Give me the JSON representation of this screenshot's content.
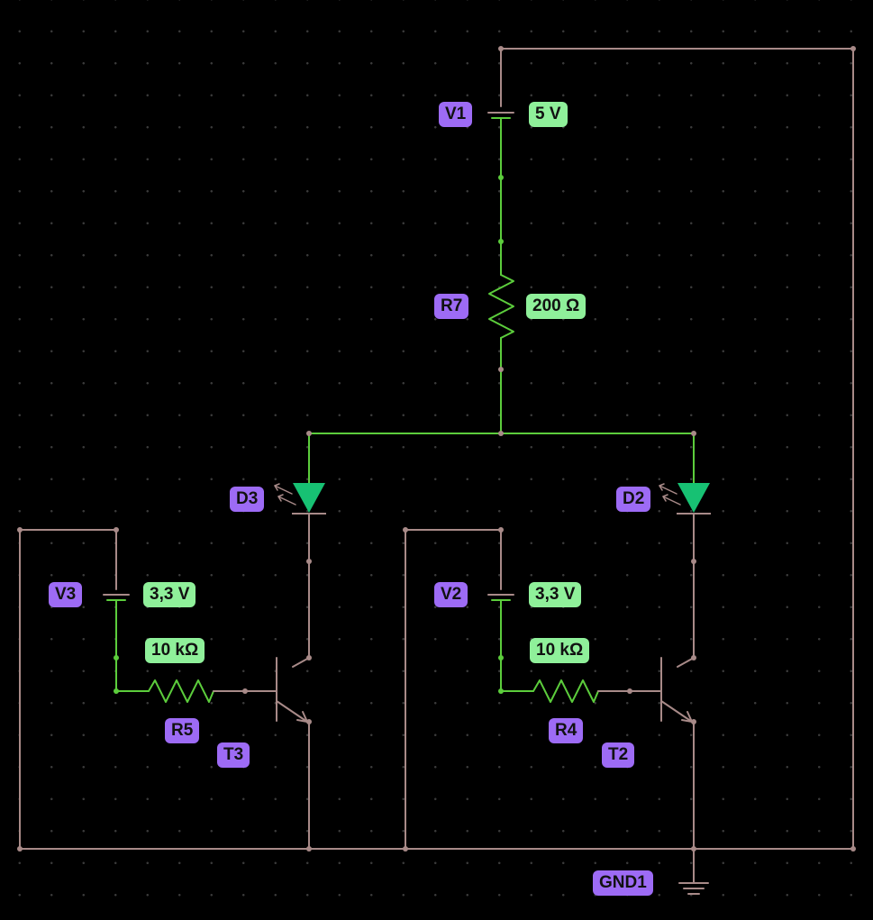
{
  "colors": {
    "background": "#000000",
    "wire_inactive": "#a88a88",
    "wire_active": "#5ccd3c",
    "led": "#17c173",
    "name_label": "#9d6bf5",
    "value_label": "#8ff09a"
  },
  "components": {
    "v1": {
      "name": "V1",
      "value": "5 V"
    },
    "r7": {
      "name": "R7",
      "value": "200 Ω"
    },
    "d3": {
      "name": "D3"
    },
    "d2": {
      "name": "D2"
    },
    "v3": {
      "name": "V3",
      "value": "3,3 V"
    },
    "v2": {
      "name": "V2",
      "value": "3,3 V"
    },
    "r5": {
      "name": "R5",
      "value": "10 kΩ"
    },
    "r4": {
      "name": "R4",
      "value": "10 kΩ"
    },
    "t3": {
      "name": "T3"
    },
    "t2": {
      "name": "T2"
    },
    "gnd1": {
      "name": "GND1"
    }
  }
}
